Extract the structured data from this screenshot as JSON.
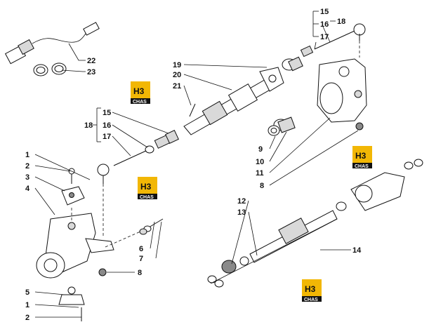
{
  "labels": {
    "l22": "22",
    "l23": "23",
    "l15a": "15",
    "l16a": "16",
    "l17a": "17",
    "l18a": "18",
    "l19": "19",
    "l20": "20",
    "l21": "21",
    "l15b": "15",
    "l16b": "16",
    "l18b": "18",
    "l17b": "17",
    "l1a": "1",
    "l2a": "2",
    "l3": "3",
    "l4": "4",
    "l9": "9",
    "l10": "10",
    "l11": "11",
    "l8a": "8",
    "l12": "12",
    "l13": "13",
    "l14": "14",
    "l6": "6",
    "l7": "7",
    "l8b": "8",
    "l5": "5",
    "l1b": "1",
    "l2b": "2"
  },
  "logo": {
    "mark": "H3",
    "text": "CHAS",
    "accent": "#f2b705"
  }
}
